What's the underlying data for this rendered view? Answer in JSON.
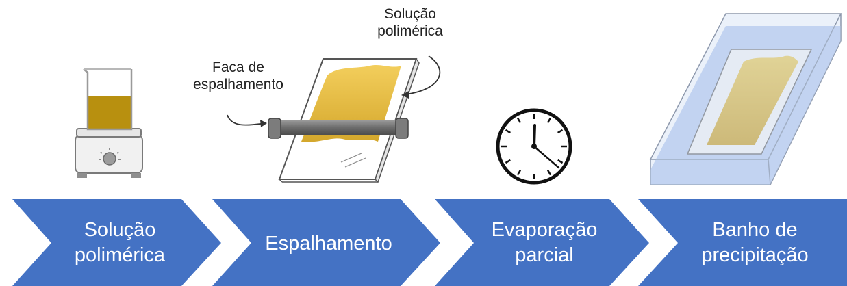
{
  "annotations": {
    "solution_line1": "Solução",
    "solution_line2": "polimérica",
    "knife_line1": "Faca de",
    "knife_line2": "espalhamento"
  },
  "steps": [
    {
      "line1": "Solução",
      "line2": "polimérica"
    },
    {
      "line1": "Espalhamento",
      "line2": ""
    },
    {
      "line1": "Evaporação",
      "line2": "parcial"
    },
    {
      "line1": "Banho de",
      "line2": "precipitação"
    }
  ],
  "colors": {
    "arrow_fill": "#4472C4",
    "polymer": "#E8B83A",
    "polymer_dark": "#B8901F",
    "bath_water": "#C9D8F0"
  }
}
